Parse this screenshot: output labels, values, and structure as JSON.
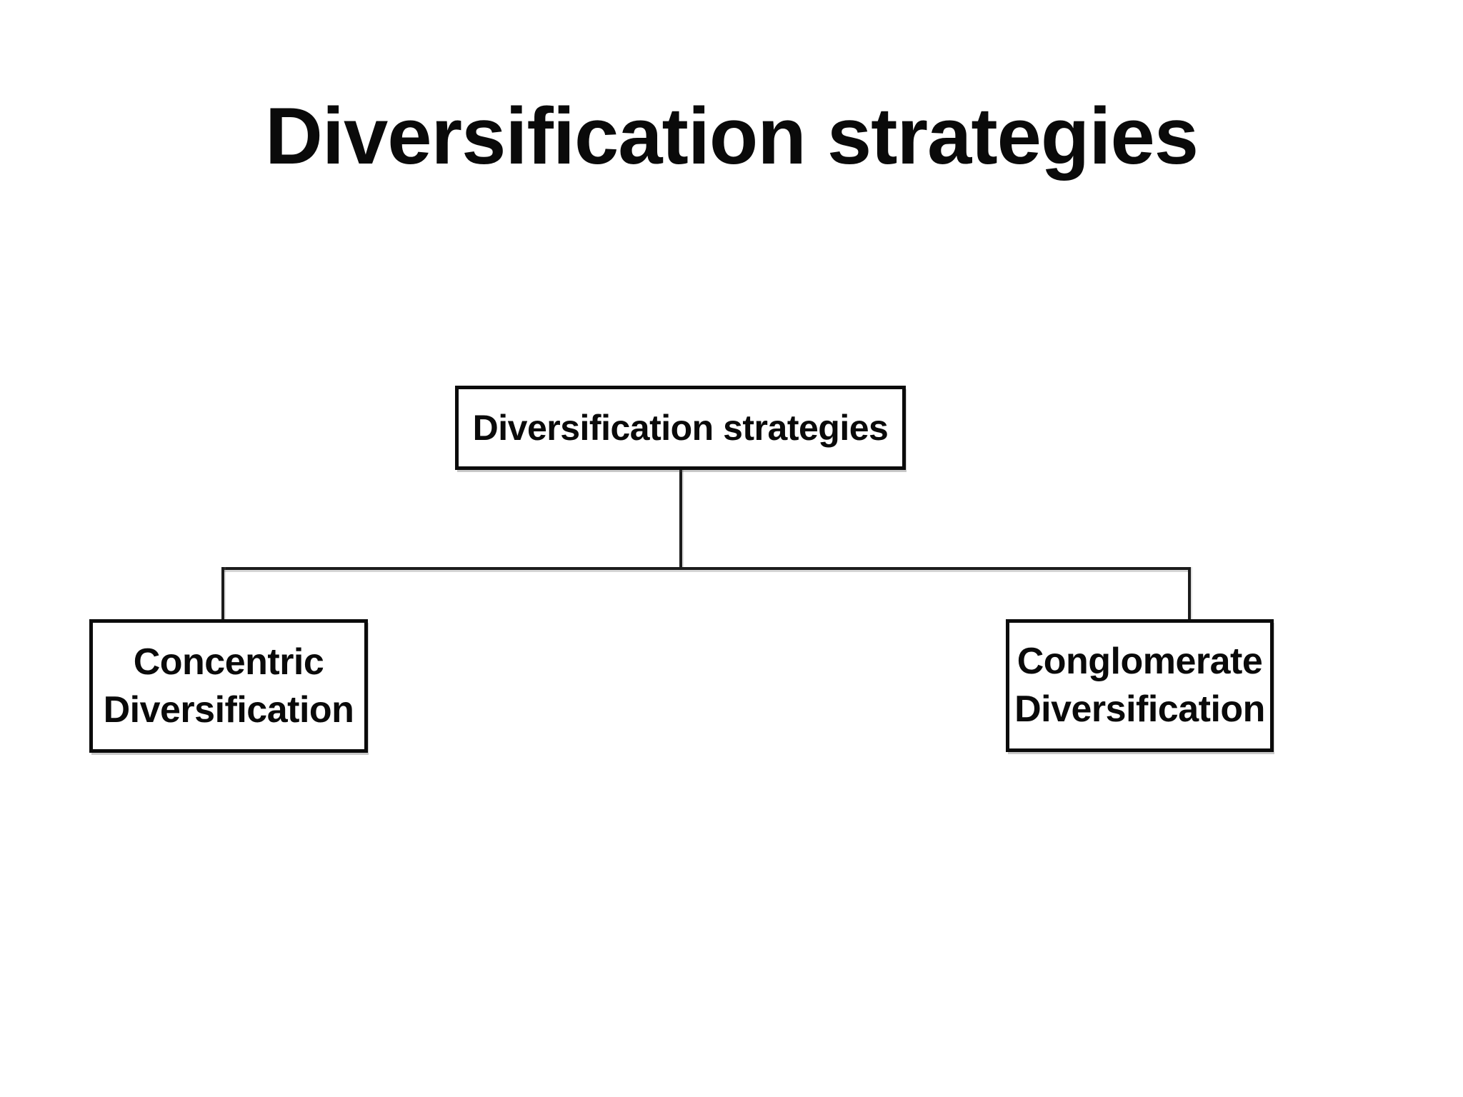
{
  "slide": {
    "title": "Diversification strategies",
    "background_color": "#ffffff",
    "text_color": "#0a0a0a"
  },
  "diagram": {
    "type": "tree",
    "levels": 2,
    "connector_color": "#1c1c1c",
    "box_border_color": "#0b0b0b",
    "box_fill_color": "#ffffff",
    "root": {
      "label": "Diversification strategies"
    },
    "children": [
      {
        "label": "Concentric Diversification"
      },
      {
        "label": "Conglomerate Diversification"
      }
    ]
  }
}
